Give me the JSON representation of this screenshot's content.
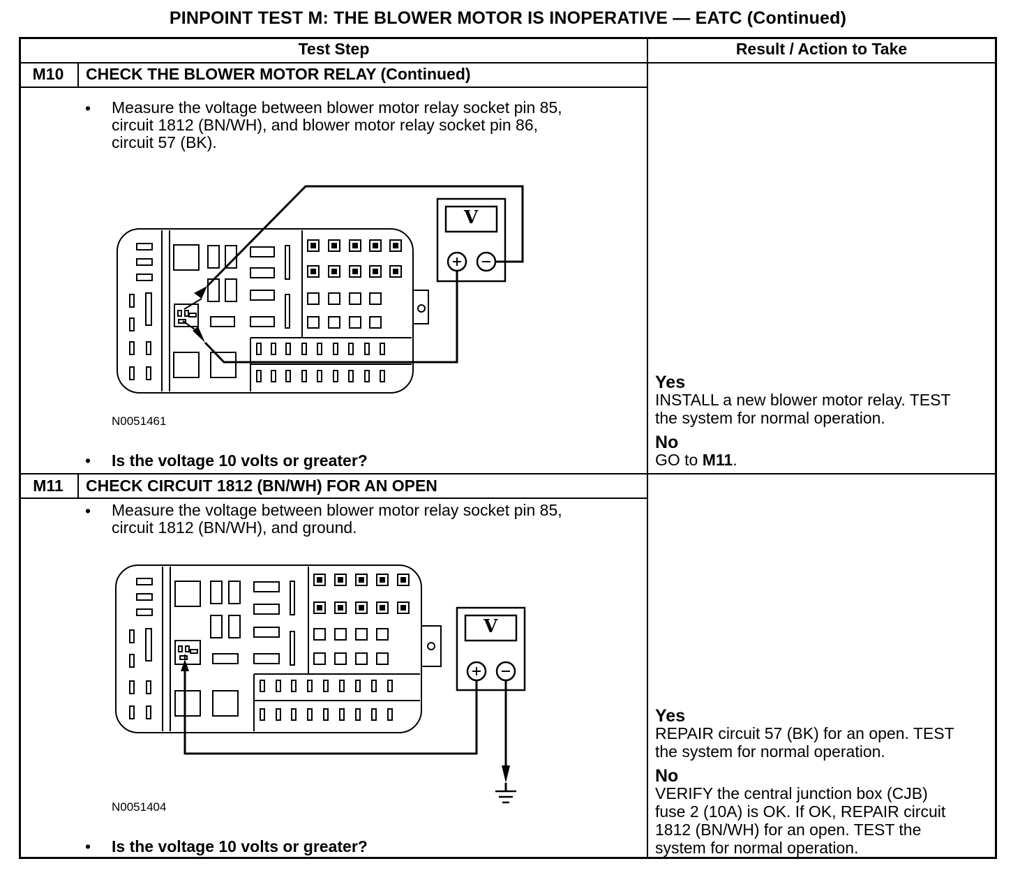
{
  "title": "PINPOINT TEST  M: THE BLOWER MOTOR IS INOPERATIVE — EATC (Continued)",
  "headers": {
    "test_step": "Test Step",
    "result": "Result / Action to Take"
  },
  "steps": [
    {
      "id": "M10",
      "title": "CHECK THE BLOWER MOTOR RELAY (Continued)",
      "bullet": "•",
      "instruction": "Measure the voltage between blower motor relay socket pin 85,\ncircuit 1812 (BN/WH), and blower motor relay socket pin 86,\ncircuit 57 (BK).",
      "figure_id": "N0051461",
      "meter_symbol": "V",
      "question": "Is the voltage 10 volts or greater?",
      "yes_label": "Yes",
      "yes_action": "INSTALL a new blower motor relay. TEST\nthe system for normal operation.",
      "no_label": "No",
      "no_action_prefix": "GO to ",
      "no_action_ref": "M11",
      "no_action_suffix": "."
    },
    {
      "id": "M11",
      "title": "CHECK CIRCUIT 1812 (BN/WH) FOR AN OPEN",
      "bullet": "•",
      "instruction": "Measure the voltage between blower motor relay socket pin 85,\ncircuit 1812 (BN/WH), and ground.",
      "figure_id": "N0051404",
      "meter_symbol": "V",
      "question": "Is the voltage 10 volts or greater?",
      "yes_label": "Yes",
      "yes_action": "REPAIR circuit 57 (BK) for an open. TEST\nthe system for normal operation.",
      "no_label": "No",
      "no_action": "VERIFY the central junction box (CJB)\nfuse 2 (10A) is OK. If OK, REPAIR circuit\n1812 (BN/WH) for an open. TEST the\nsystem for normal operation."
    }
  ]
}
